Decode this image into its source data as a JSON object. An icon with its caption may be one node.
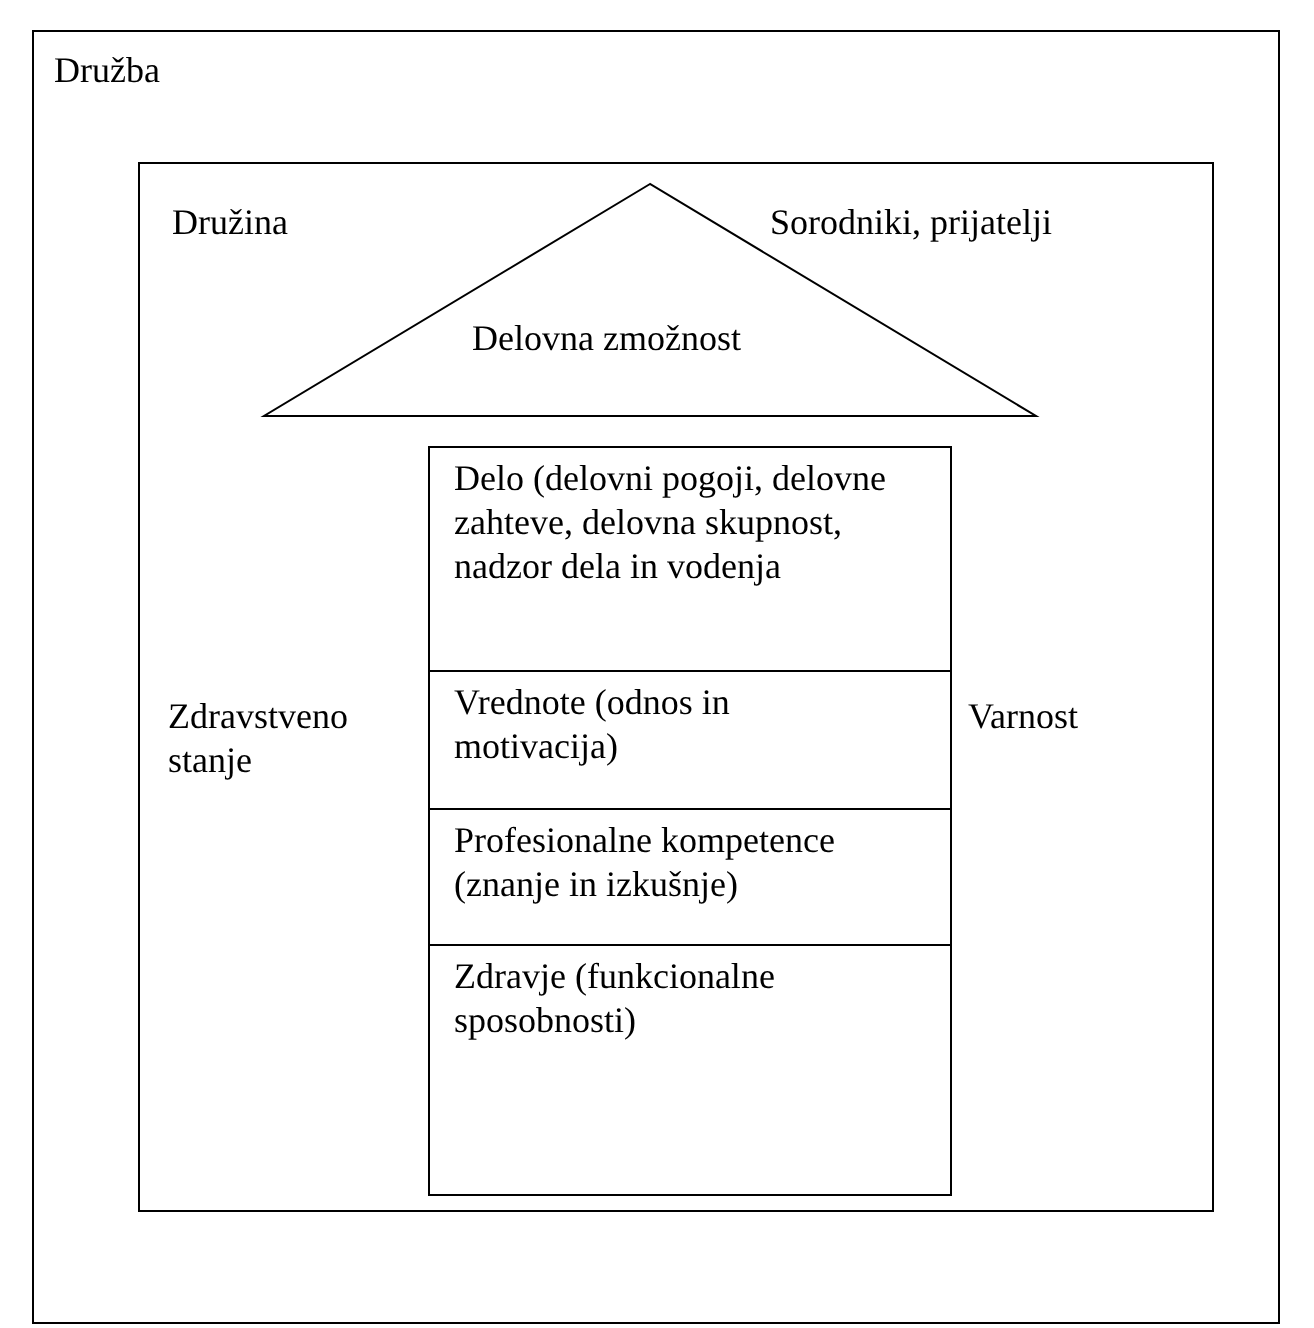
{
  "diagram": {
    "nodes": [
      {
        "text": [
          "Družba"
        ]
      },
      {
        "text": [
          "Družina",
          "Sorodniki, prijatelji",
          "Zdravstveno stanje",
          "Varnost"
        ],
        "in": 0
      },
      {
        "text": [
          "Delovna zmožnost"
        ],
        "in": 1
      },
      {
        "text": [
          "Delo (delovni pogoji, delovne zahteve, delovna skupnost, nadzor dela in vodenja"
        ],
        "in": 1
      },
      {
        "text": [
          "Vrednote (odnos in motivacija)"
        ],
        "in": 1
      },
      {
        "text": [
          "Profesionalne kompetence (znanje in izkušnje)"
        ],
        "in": 1
      },
      {
        "text": [
          "Zdravje (funkcionalne sposobnosti)"
        ],
        "in": 1
      }
    ]
  }
}
